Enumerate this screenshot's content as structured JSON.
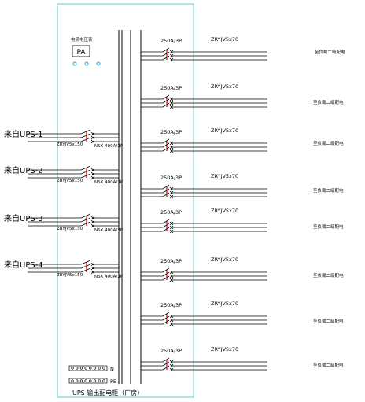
{
  "panel": {
    "caption": "UPS 输出配电柜（厂房）",
    "meter_caption": "电流电压表",
    "meter_symbol": "PA",
    "border_color": "#66cccc",
    "line_color": "#000000",
    "switch_color": "#cc0000"
  },
  "inputs": [
    {
      "source": "来自UPS-1",
      "cable": "ZRYJV5x150",
      "breaker": "NSX 400A/3P"
    },
    {
      "source": "来自UPS-2",
      "cable": "ZRYJV5x150",
      "breaker": "NSX 400A/3P"
    },
    {
      "source": "来自UPS-3",
      "cable": "ZRYJV5x150",
      "breaker": "NSX 400A/3P"
    },
    {
      "source": "来自UPS-4",
      "cable": "ZRYJV5x150",
      "breaker": "NSX 400A/3P"
    }
  ],
  "outputs": [
    {
      "breaker": "250A/3P",
      "cable": "ZRYJV5x70",
      "destination": "至负载二级配电"
    },
    {
      "breaker": "250A/3P",
      "cable": "ZRYJV5x70",
      "destination": "至负载二级配电"
    },
    {
      "breaker": "250A/3P",
      "cable": "ZRYJV5x70",
      "destination": "至负载二级配电"
    },
    {
      "breaker": "250A/3P",
      "cable": "ZRYJV5x70",
      "destination": "至负载二级配电"
    },
    {
      "breaker": "250A/3P",
      "cable": "ZRYJV5x70",
      "destination": "至负载二级配电"
    },
    {
      "breaker": "250A/3P",
      "cable": "ZRYJV5x70",
      "destination": "至负载二级配电"
    },
    {
      "breaker": "250A/3P",
      "cable": "ZRYJV5x70",
      "destination": "至负载二级配电"
    },
    {
      "breaker": "250A/3P",
      "cable": "ZRYJV5x70",
      "destination": "至负载二级配电"
    }
  ],
  "busbars": [
    {
      "label": "N"
    },
    {
      "label": "PE"
    }
  ]
}
